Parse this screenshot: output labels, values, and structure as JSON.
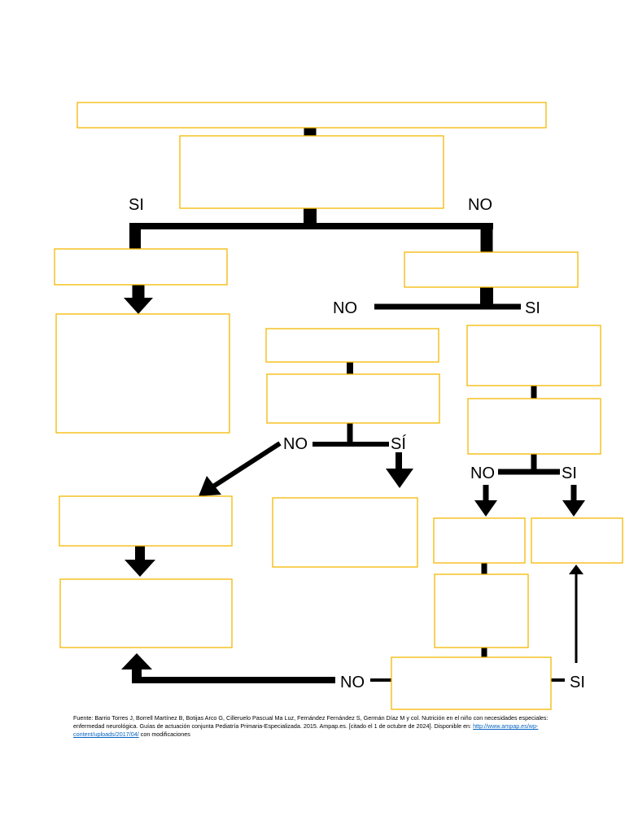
{
  "colors": {
    "box_border": "#f5b800",
    "connector": "#000000",
    "link": "#0563c1"
  },
  "labels": {
    "top_si": "SI",
    "top_no": "NO",
    "mid_no": "NO",
    "mid_si": "SI",
    "center_no": "NO",
    "center_si": "SÍ",
    "right_no": "NO",
    "right_si": "SI",
    "bottom_no": "NO",
    "bottom_si": "SI"
  },
  "boxes": {
    "title": "",
    "question_main": "",
    "left_step": "",
    "left_result": "",
    "right_question": "",
    "center_step_1": "",
    "center_question": "",
    "right_step_1": "",
    "right_question_2": "",
    "left_lower_step": "",
    "left_bottom_result": "",
    "center_result": "",
    "right_no_step": "",
    "right_si_step": "",
    "right_no_step_2": "",
    "bottom_question": ""
  },
  "source": {
    "text": "Fuente: Barrio Torres J, Borrell Martínez B, Botijas Arco G, Cilleruelo Pascual Ma Luz, Fernández Fernández S, Germán Díaz M y col. Nutrición en el niño con necesidades especiales: enfermedad neurológica. Guías de actuación conjunta Pediatría Primaria-Especializada. 2015. Ampap.es. [citado el 1 de octubre de 2024]. Disponible en:",
    "link_text": "http://www.ampap.es/wp-content/uploads/2017/04/",
    "suffix": "con modificaciones"
  }
}
